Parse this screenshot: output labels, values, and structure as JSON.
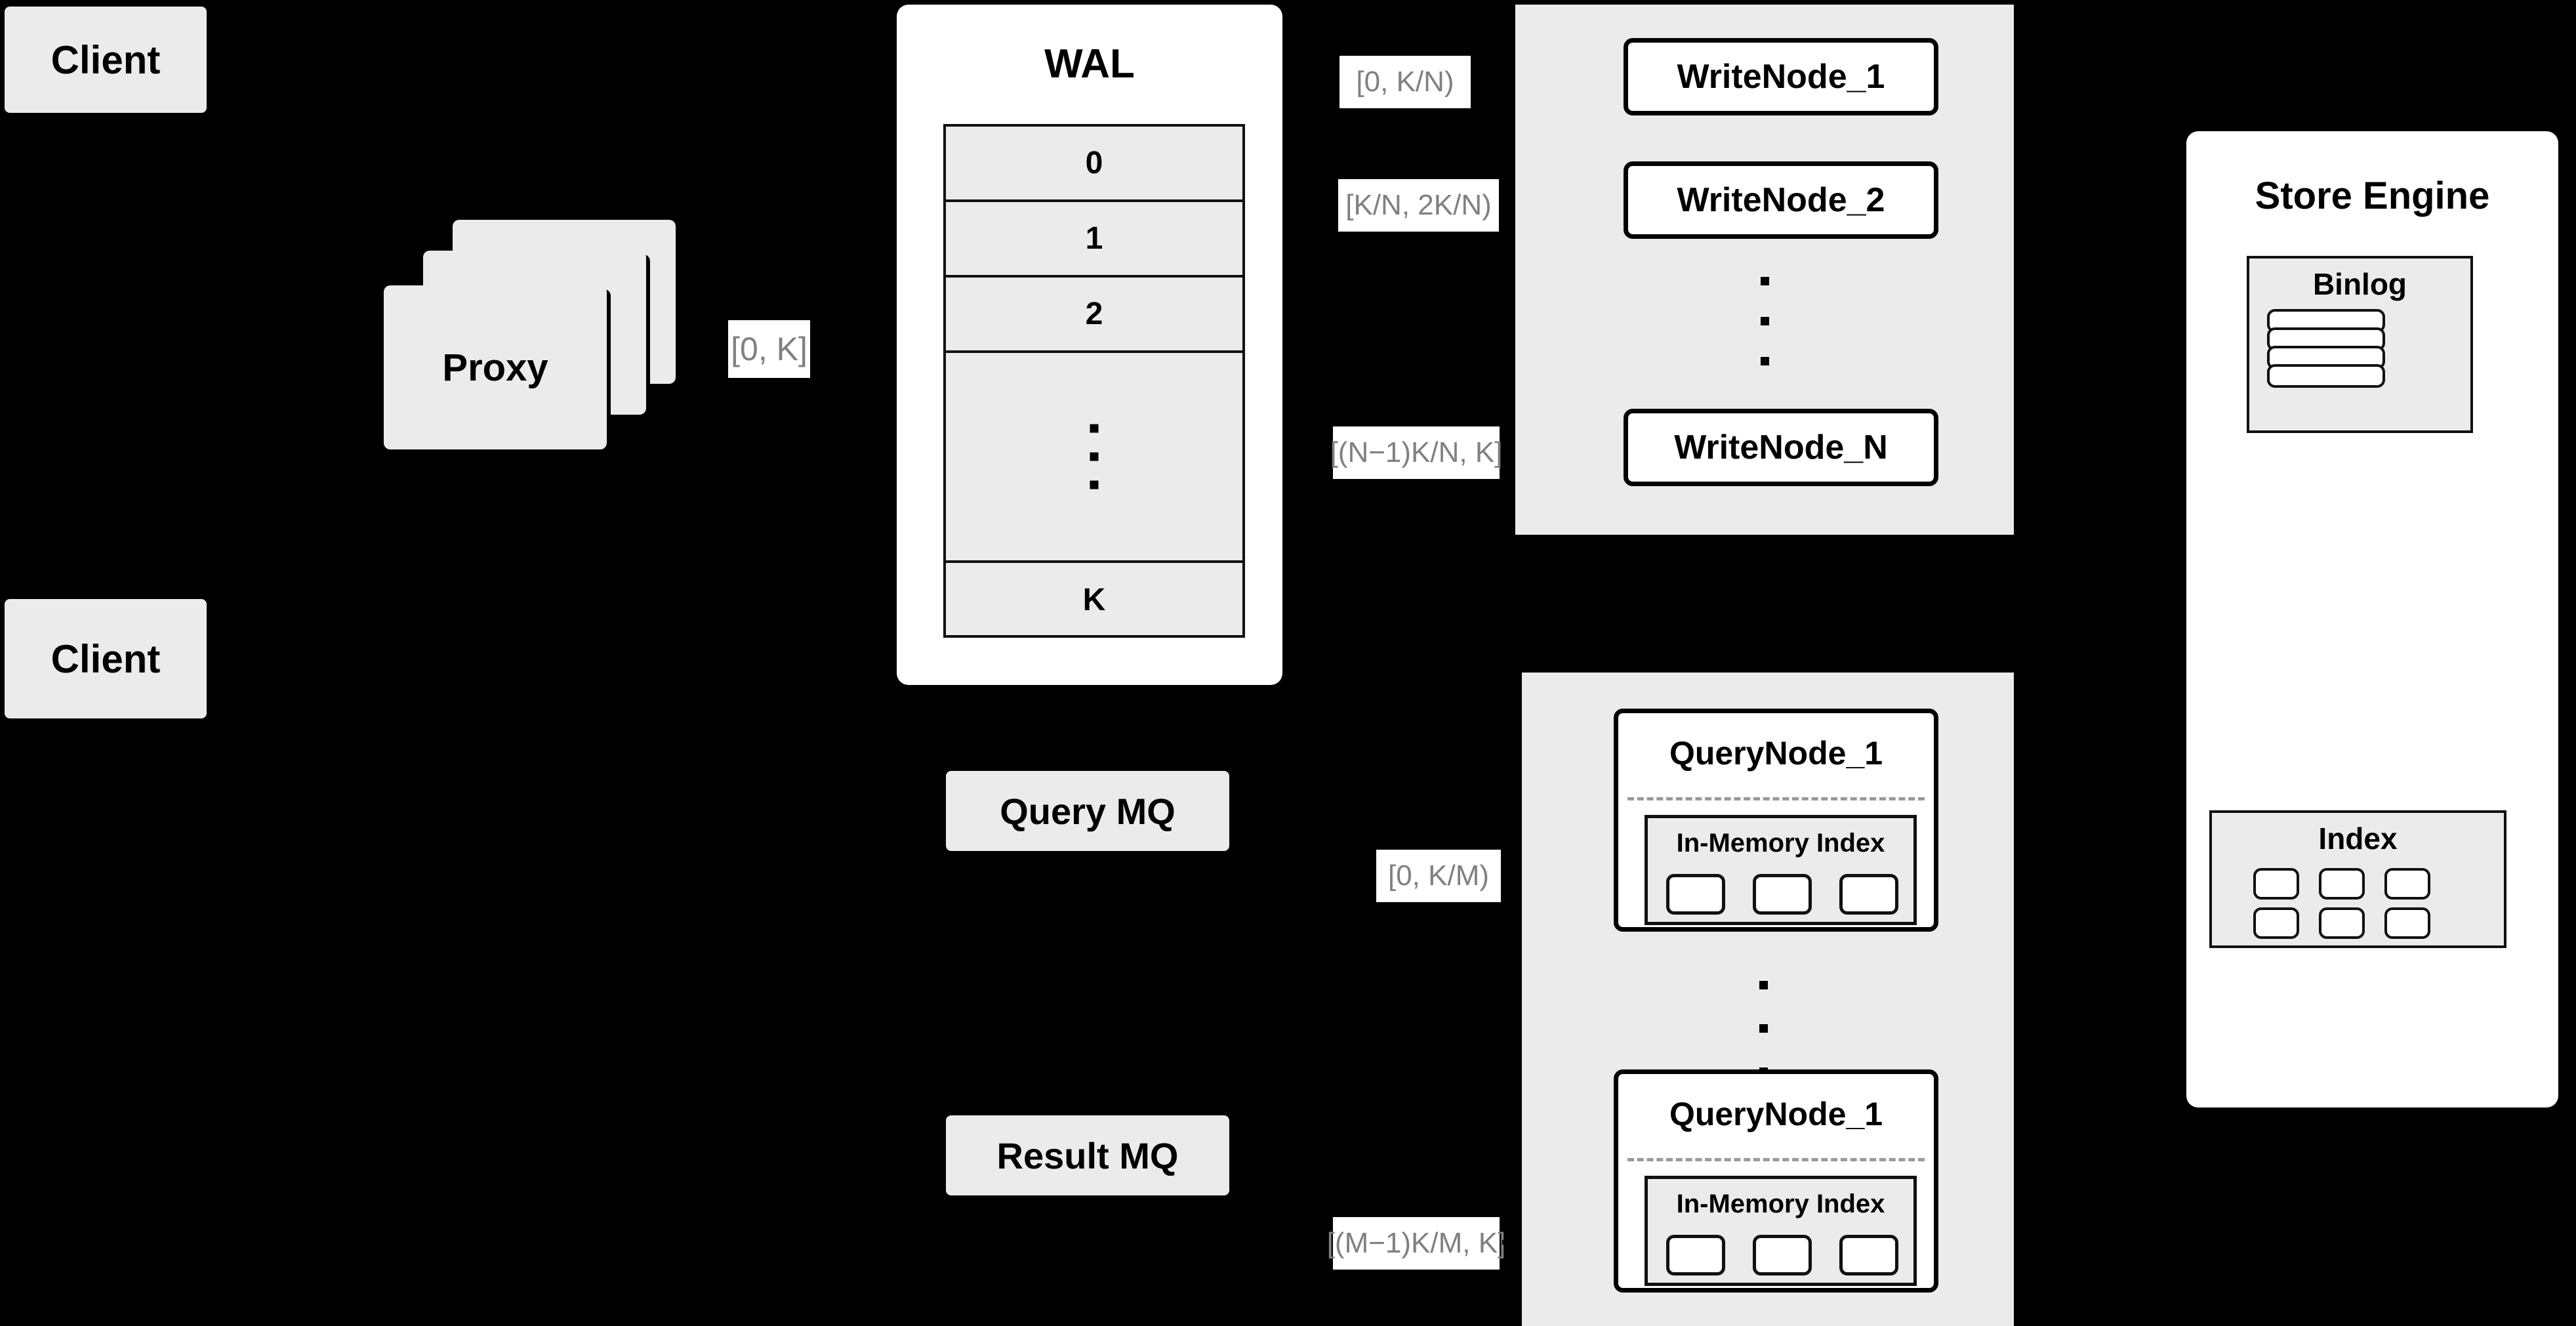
{
  "diagram": {
    "title": "Distributed Write/Query Architecture",
    "background_color": "#000000",
    "box_fill": "#ebebeb",
    "panel_fill": "#ffffff",
    "label_text_color": "#808080",
    "stroke_color": "#000000"
  },
  "clients": [
    {
      "label": "Client"
    },
    {
      "label": "Client"
    }
  ],
  "proxy": {
    "label": "Proxy",
    "stack_count": 3
  },
  "wal": {
    "title": "WAL",
    "rows": [
      "0",
      "1",
      "2",
      "",
      "K"
    ],
    "ellipsis_row_index": 3
  },
  "mq": {
    "query": {
      "label": "Query MQ"
    },
    "result": {
      "label": "Result MQ"
    }
  },
  "write_cluster": {
    "nodes": [
      {
        "label": "WriteNode_1",
        "range": "[0,  K/N)"
      },
      {
        "label": "WriteNode_2",
        "range": "[K/N, 2K/N)"
      },
      {
        "label": "WriteNode_N",
        "range": "[(N−1)K/N,  K]"
      }
    ],
    "ellipsis": true
  },
  "query_cluster": {
    "nodes": [
      {
        "label": "QueryNode_1",
        "range": "[0, K/M)",
        "index": {
          "title": "In-Memory Index",
          "cells": 3
        }
      },
      {
        "label": "QueryNode_1",
        "range": "[(M−1)K/M, K]",
        "index": {
          "title": "In-Memory Index",
          "cells": 3
        }
      }
    ],
    "ellipsis": true
  },
  "store_engine": {
    "title": "Store Engine",
    "binlog": {
      "title": "Binlog",
      "rows": 4
    },
    "index": {
      "title": "Index",
      "cells": 6,
      "columns": 3,
      "rows": 2
    }
  },
  "edges": {
    "proxy_to_wal": "[0, K]"
  }
}
